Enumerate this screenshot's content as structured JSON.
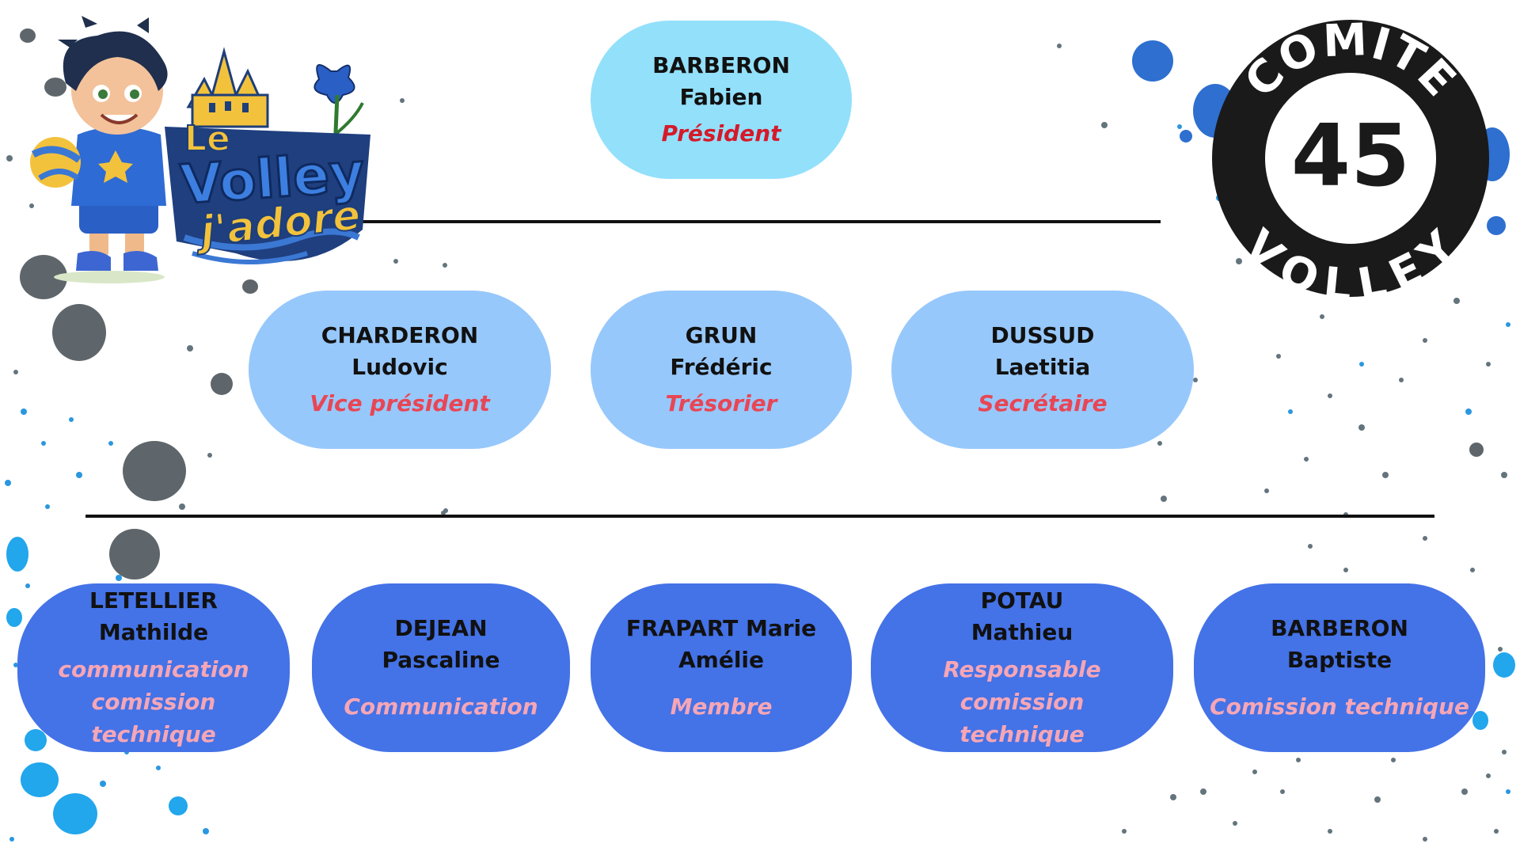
{
  "logos": {
    "left": {
      "word1": "Le",
      "word2": "Volley",
      "word3": "j'adore",
      "icon": "volleyball-kid-mascot-icon"
    },
    "right": {
      "top_text": "COMITE",
      "number": "45",
      "bottom_text": "VOLLEY",
      "icon": "committee-seal-icon"
    }
  },
  "colors": {
    "president_fill": "#93e0fb",
    "office_fill": "#97c8fb",
    "members_fill": "#4472e7",
    "president_role": "#d51a2a",
    "office_role": "#e84655",
    "members_role": "#f6a6b6"
  },
  "org": {
    "president": {
      "line1": "BARBERON",
      "line2": "Fabien",
      "role": "Président"
    },
    "office": [
      {
        "line1": "CHARDERON",
        "line2": "Ludovic",
        "role": "Vice président"
      },
      {
        "line1": "GRUN",
        "line2": "Frédéric",
        "role": "Trésorier"
      },
      {
        "line1": "DUSSUD",
        "line2": "Laetitia",
        "role": "Secrétaire"
      }
    ],
    "members": [
      {
        "line1": "LETELLIER",
        "line2": "Mathilde",
        "role1": "communication",
        "role2": "comission technique"
      },
      {
        "line1": "DEJEAN",
        "line2": "Pascaline",
        "role1": "Communication",
        "role2": ""
      },
      {
        "line1": "FRAPART Marie",
        "line2": "Amélie",
        "role1": "Membre",
        "role2": ""
      },
      {
        "line1": "POTAU",
        "line2": "Mathieu",
        "role1": "Responsable comission",
        "role2": "technique"
      },
      {
        "line1": "BARBERON",
        "line2": "Baptiste",
        "role1": "Comission technique",
        "role2": ""
      }
    ]
  }
}
